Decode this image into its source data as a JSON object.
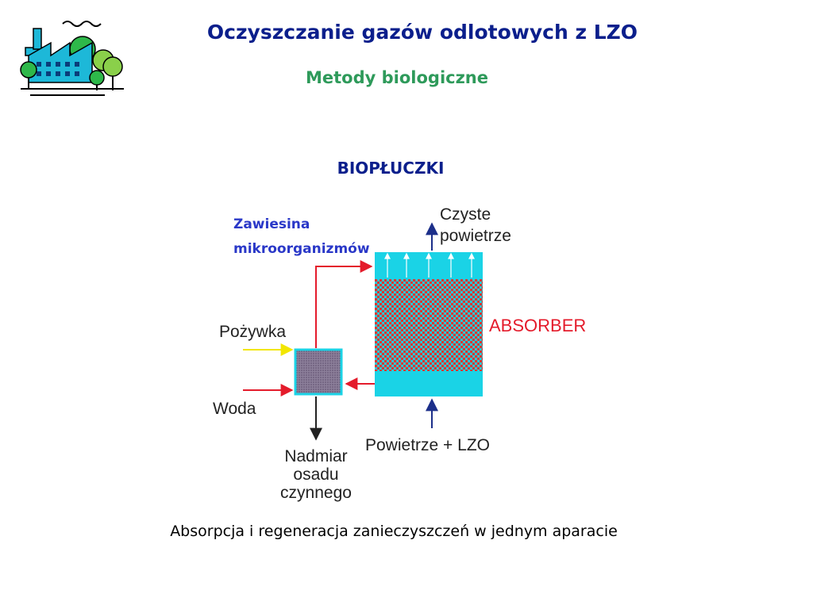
{
  "slide": {
    "title": "Oczyszczanie gazów odlotowych z LZO",
    "subtitle": "Metody biologiczne",
    "section_heading": "BIOPŁUCZKI",
    "caption": "Absorpcja i regeneracja zanieczyszczeń w jednym aparacie"
  },
  "diagram": {
    "labels": {
      "suspension_line1": "Zawiesina",
      "suspension_line2": "mikroorganizmów",
      "clean_air_line1": "Czyste",
      "clean_air_line2": "powietrze",
      "nutrient": "Pożywka",
      "water": "Woda",
      "absorber": "ABSORBER",
      "inlet": "Powietrze + LZO",
      "excess_line1": "Nadmiar",
      "excess_line2": "osadu",
      "excess_line3": "czynnego"
    },
    "colors": {
      "absorber_fill": "#1ad3e6",
      "packing_dots": "#e0362f",
      "red_flow": "#e41b2b",
      "yellow_flow": "#f2e600",
      "blue_flow": "#1c2f8a",
      "label_blue": "#2a38c8"
    }
  },
  "logo": {
    "icon": "factory-icon"
  }
}
